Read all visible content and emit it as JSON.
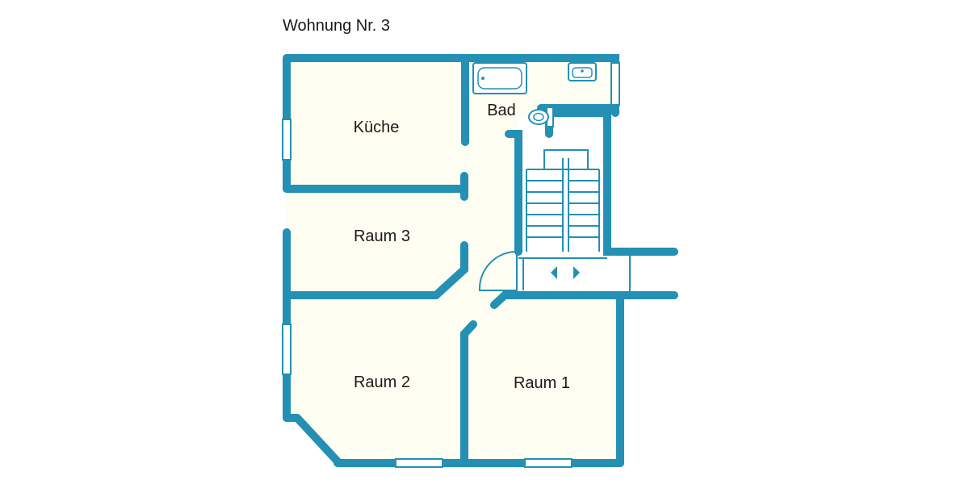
{
  "title": "Wohnung Nr. 3",
  "rooms": {
    "kitchen": "Küche",
    "bathroom": "Bad",
    "room3": "Raum 3",
    "room2": "Raum 2",
    "room1": "Raum 1"
  },
  "colors": {
    "wall": "#2390b4",
    "floor": "#fdfdf1",
    "background": "#ffffff",
    "text": "#1a1a1a"
  },
  "icons": [
    "bathtub-icon",
    "sink-icon",
    "toilet-icon",
    "staircase-icon",
    "landing-arrows-icon",
    "door-swing-icon"
  ]
}
